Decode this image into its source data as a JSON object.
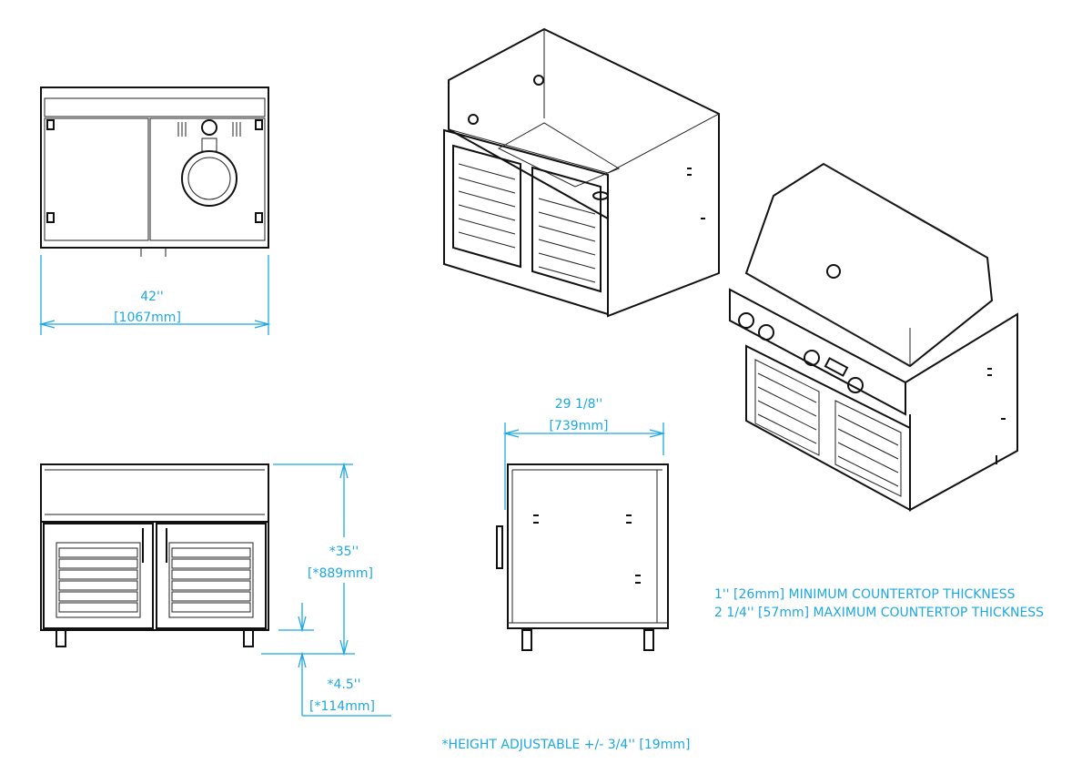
{
  "drawing": {
    "width_dimension": {
      "imperial": "42''",
      "metric": "[1067mm]"
    },
    "depth_dimension": {
      "imperial": "29 1/8''",
      "metric": "[739mm]"
    },
    "height_dimension": {
      "imperial": "*35''",
      "metric": "[*889mm]"
    },
    "leg_dimension": {
      "imperial": "*4.5''",
      "metric": "[*114mm]"
    },
    "notes": [
      "1'' [26mm] MINIMUM COUNTERTOP THICKNESS",
      "2 1/4'' [57mm] MAXIMUM COUNTERTOP THICKNESS"
    ],
    "footnote": "*HEIGHT ADJUSTABLE +/- 3/4'' [19mm]",
    "accent_color": "#1ea8e0"
  }
}
